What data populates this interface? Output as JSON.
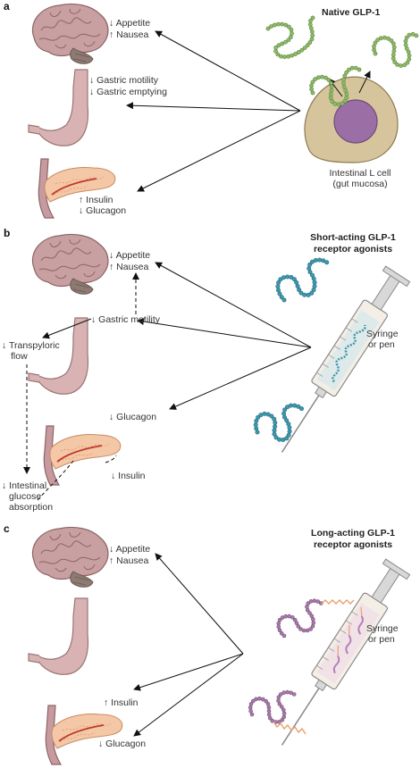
{
  "panel_a": {
    "letter": "a",
    "title": "Native GLP-1",
    "brain_effects": [
      "↓ Appetite",
      "↑ Nausea"
    ],
    "stomach_effects": [
      "↓ Gastric motility",
      "↓ Gastric emptying"
    ],
    "pancreas_effects": [
      "↑ Insulin",
      "↓ Glucagon"
    ],
    "cell_label_1": "Intestinal L cell",
    "cell_label_2": "(gut mucosa)"
  },
  "panel_b": {
    "letter": "b",
    "title_1": "Short-acting GLP-1",
    "title_2": "receptor agonists",
    "brain_effects": [
      "↓ Appetite",
      "↑ Nausea"
    ],
    "gastric": "↓ Gastric motility",
    "transpyloric_1": "↓ Transpyloric",
    "transpyloric_2": "flow",
    "glucagon": "↓ Glucagon",
    "insulin": "↓ Insulin",
    "absorption": [
      "↓ Intestinal",
      "glucose",
      "absorption"
    ],
    "syringe_1": "Syringe",
    "syringe_2": "or pen"
  },
  "panel_c": {
    "letter": "c",
    "title_1": "Long-acting GLP-1",
    "title_2": "receptor agonists",
    "brain_effects": [
      "↓ Appetite",
      "↑ Nausea"
    ],
    "insulin": "↑ Insulin",
    "glucagon": "↓ Glucagon",
    "syringe_1": "Syringe",
    "syringe_2": "or pen"
  },
  "colors": {
    "brain": "#c9a0a2",
    "brain_outline": "#8d6466",
    "stomach": "#d9b3b3",
    "pancreas": "#f4c7a6",
    "cell": "#d6c49c",
    "nucleus": "#9b6fa6",
    "peptide_green": "#8fb96a",
    "peptide_teal": "#3f98ad",
    "peptide_purple": "#a77aa7",
    "fatty_acid": "#e8a070"
  }
}
